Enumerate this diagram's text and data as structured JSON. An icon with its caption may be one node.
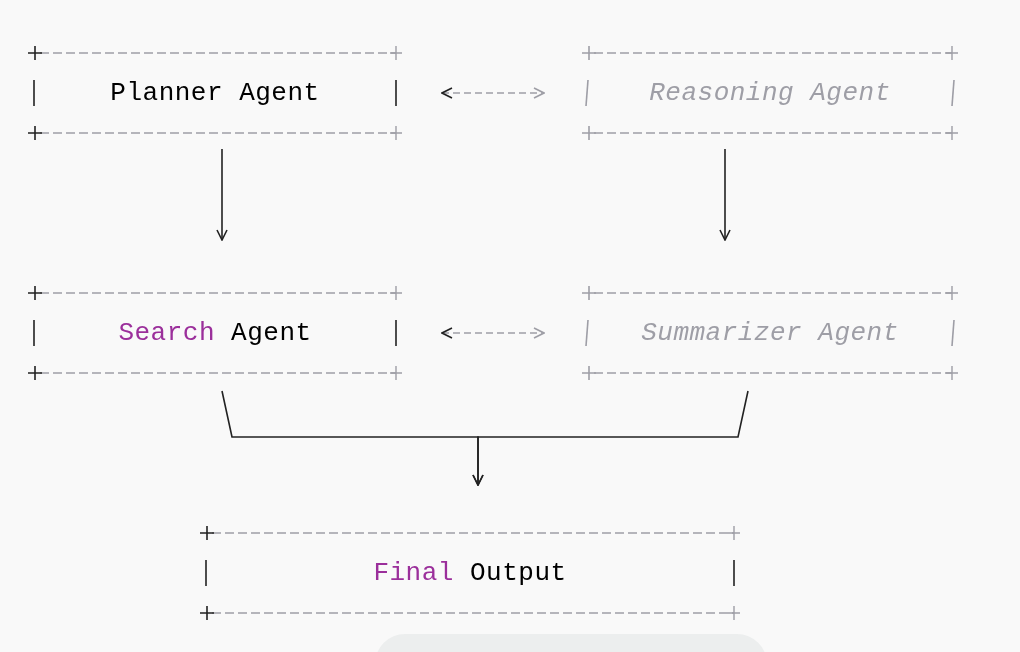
{
  "diagram": {
    "nodes": [
      {
        "text": [
          "Planner Agent"
        ]
      },
      {
        "text": [
          "Reasoning Agent"
        ]
      },
      {
        "text": [
          "Search Agent"
        ]
      },
      {
        "text": [
          "Summarizer Agent"
        ]
      },
      {
        "text": [
          "Final Output"
        ]
      }
    ],
    "edges": [
      {
        "from": 0,
        "to": 1,
        "arrow": "both",
        "style": "dashed",
        "color": "#9e9ea6"
      },
      {
        "from": 0,
        "to": 2,
        "arrow": "to"
      },
      {
        "from": 1,
        "to": 3,
        "arrow": "to"
      },
      {
        "from": 2,
        "to": 3,
        "arrow": "both",
        "style": "dashed",
        "color": "#9e9ea6"
      },
      {
        "from": 2,
        "to": 4,
        "arrow": "to"
      },
      {
        "from": 3,
        "to": 4,
        "arrow": "to"
      }
    ]
  }
}
